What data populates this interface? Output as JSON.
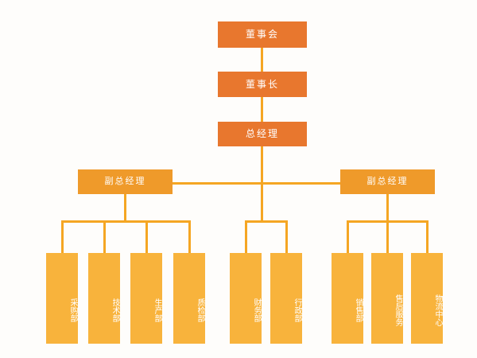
{
  "diagram": {
    "title_text": "",
    "type": "organizational-chart",
    "colors": {
      "background": "#fefdfb",
      "top_level": "#e8772e",
      "exec_level": "#ef9a2a",
      "dept_level": "#f8b33c",
      "connector": "#f5a623",
      "label": "#ffffff"
    }
  },
  "nodes": {
    "board": {
      "label": "董事会"
    },
    "chairman": {
      "label": "董事长"
    },
    "general_manager": {
      "label": "总经理"
    },
    "deputy_left": {
      "label": "副总经理"
    },
    "deputy_right": {
      "label": "副总经理"
    }
  },
  "departments": {
    "left_group": [
      {
        "label": "采购部"
      },
      {
        "label": "技术部"
      },
      {
        "label": "生产部"
      },
      {
        "label": "质检部"
      }
    ],
    "middle_group": [
      {
        "label": "财务部"
      },
      {
        "label": "行政部"
      }
    ],
    "right_group": [
      {
        "label": "销售部"
      },
      {
        "label": "售后服务"
      },
      {
        "label": "物流中心"
      }
    ]
  }
}
